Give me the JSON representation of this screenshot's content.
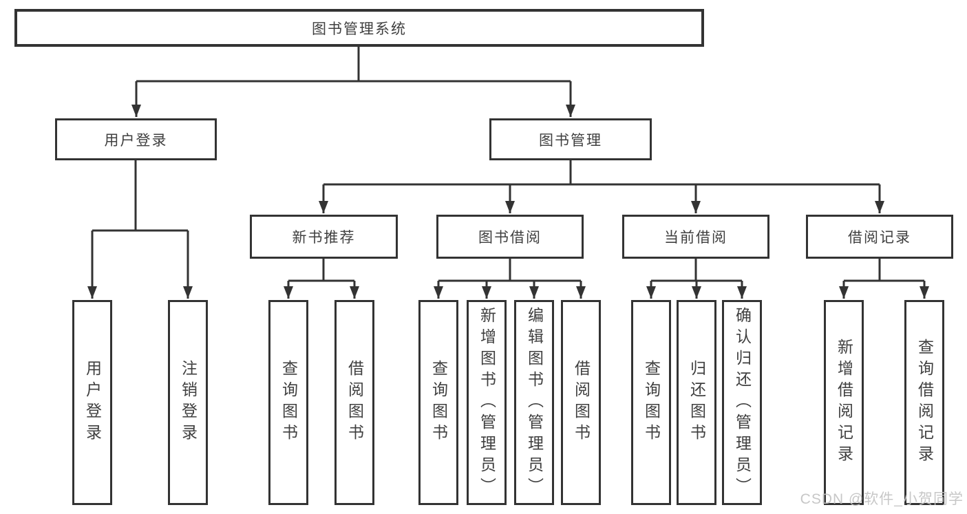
{
  "diagram_type": "hierarchy-tree",
  "tree": {
    "label": "图书管理系统",
    "children": [
      {
        "label": "用户登录",
        "children": [
          {
            "label": "用户登录"
          },
          {
            "label": "注销登录"
          }
        ]
      },
      {
        "label": "图书管理",
        "children": [
          {
            "label": "新书推荐",
            "children": [
              {
                "label": "查询图书"
              },
              {
                "label": "借阅图书"
              }
            ]
          },
          {
            "label": "图书借阅",
            "children": [
              {
                "label": "查询图书"
              },
              {
                "label": "新增图书（管理员）"
              },
              {
                "label": "编辑图书（管理员）"
              },
              {
                "label": "借阅图书"
              }
            ]
          },
          {
            "label": "当前借阅",
            "children": [
              {
                "label": "查询图书"
              },
              {
                "label": "归还图书"
              },
              {
                "label": "确认归还（管理员）"
              }
            ]
          },
          {
            "label": "借阅记录",
            "children": [
              {
                "label": "新增借阅记录"
              },
              {
                "label": "查询借阅记录"
              }
            ]
          }
        ]
      }
    ]
  },
  "watermark": {
    "text": "CSDN @软件_小贺同学"
  },
  "colors": {
    "line": "#333333",
    "box_border": "#333333",
    "text": "#3f3f3f",
    "background": "#ffffff",
    "watermark": "#c3c3c3"
  }
}
